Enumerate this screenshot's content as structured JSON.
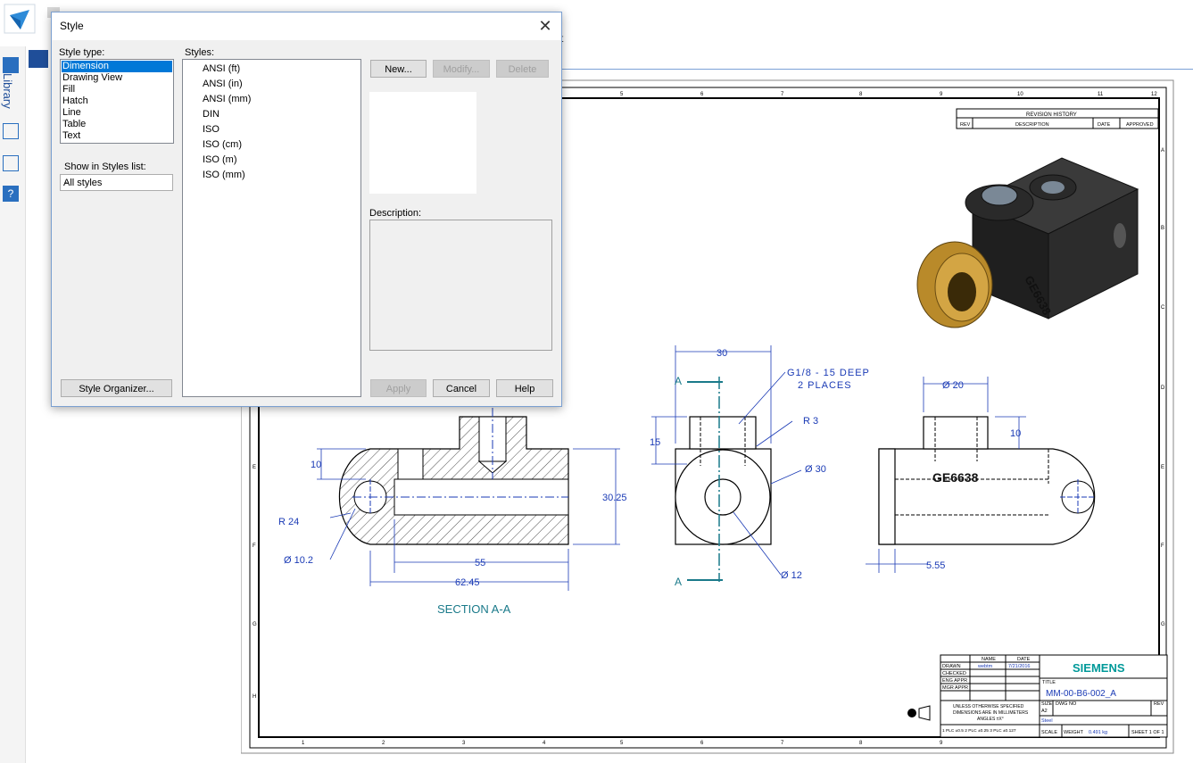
{
  "app": {
    "truncated_label": "t",
    "library_label": "Library"
  },
  "dialog": {
    "title": "Style",
    "style_type_label": "Style type:",
    "style_types": [
      "Dimension",
      "Drawing View",
      "Fill",
      "Hatch",
      "Line",
      "Table",
      "Text"
    ],
    "selected_style_type": "Dimension",
    "styles_label": "Styles:",
    "styles": [
      "ANSI (ft)",
      "ANSI (in)",
      "ANSI (mm)",
      "DIN",
      "ISO",
      "ISO (cm)",
      "ISO (m)",
      "ISO (mm)"
    ],
    "show_label": "Show in Styles list:",
    "show_value": "All styles",
    "buttons": {
      "new": "New...",
      "modify": "Modify...",
      "delete": "Delete",
      "style_organizer": "Style Organizer...",
      "apply": "Apply",
      "cancel": "Cancel",
      "help": "Help"
    },
    "description_label": "Description:"
  },
  "drawing": {
    "dims": {
      "d30": "30",
      "thread_1": "G1/8 - 15 DEEP",
      "thread_2": "2 PLACES",
      "r3": "R 3",
      "d15": "15",
      "dia30": "Ø 30",
      "dia12": "Ø 12",
      "d10a": "10",
      "d3025": "30.25",
      "r24": "R 24",
      "dia102": "Ø 10.2",
      "d55": "55",
      "d6245": "62.45",
      "dia20": "Ø 20",
      "d10b": "10",
      "d555": "5.55",
      "a_top": "A",
      "a_bottom": "A"
    },
    "section_label": "SECTION A-A",
    "part_mark": "GE6638",
    "revision_history": {
      "title": "REVISION HISTORY",
      "rev": "REV",
      "description": "DESCRIPTION",
      "date": "DATE",
      "approved": "APPROVED"
    },
    "zones_top": [
      "1",
      "2",
      "3",
      "4",
      "5",
      "6",
      "7",
      "8",
      "9",
      "10",
      "11",
      "12"
    ],
    "zones_side": [
      "A",
      "B",
      "C",
      "D",
      "E",
      "F",
      "G",
      "H"
    ],
    "title_block": {
      "name_hdr": "NAME",
      "date_hdr": "DATE",
      "drawn": "DRAWN",
      "checked": "CHECKED",
      "eng_appr": "ENG APPR",
      "mgr_appr": "MGR APPR",
      "drawn_name": "webtm",
      "drawn_date": "7/21/2016",
      "brand": "SIEMENS",
      "title_hdr": "TITLE",
      "title_value": "MM-00-B6-002_A",
      "size_hdr": "SIZE",
      "size_value": "A2",
      "dwg_no_hdr": "DWG NO",
      "rev_hdr": "REV",
      "material": "Steel",
      "notes_1": "UNLESS OTHERWISE SPECIFIED",
      "notes_2": "DIMENSIONS ARE IN MILLIMETERS",
      "notes_3": "ANGLES ±X°",
      "notes_4": "1 PLC ±0.5  2 PLC ±0.25  3 PLC ±0.127",
      "scale_hdr": "SCALE",
      "weight_hdr": "WEIGHT",
      "weight_value": "0.491 kg",
      "sheet": "SHEET 1 OF 1"
    }
  }
}
